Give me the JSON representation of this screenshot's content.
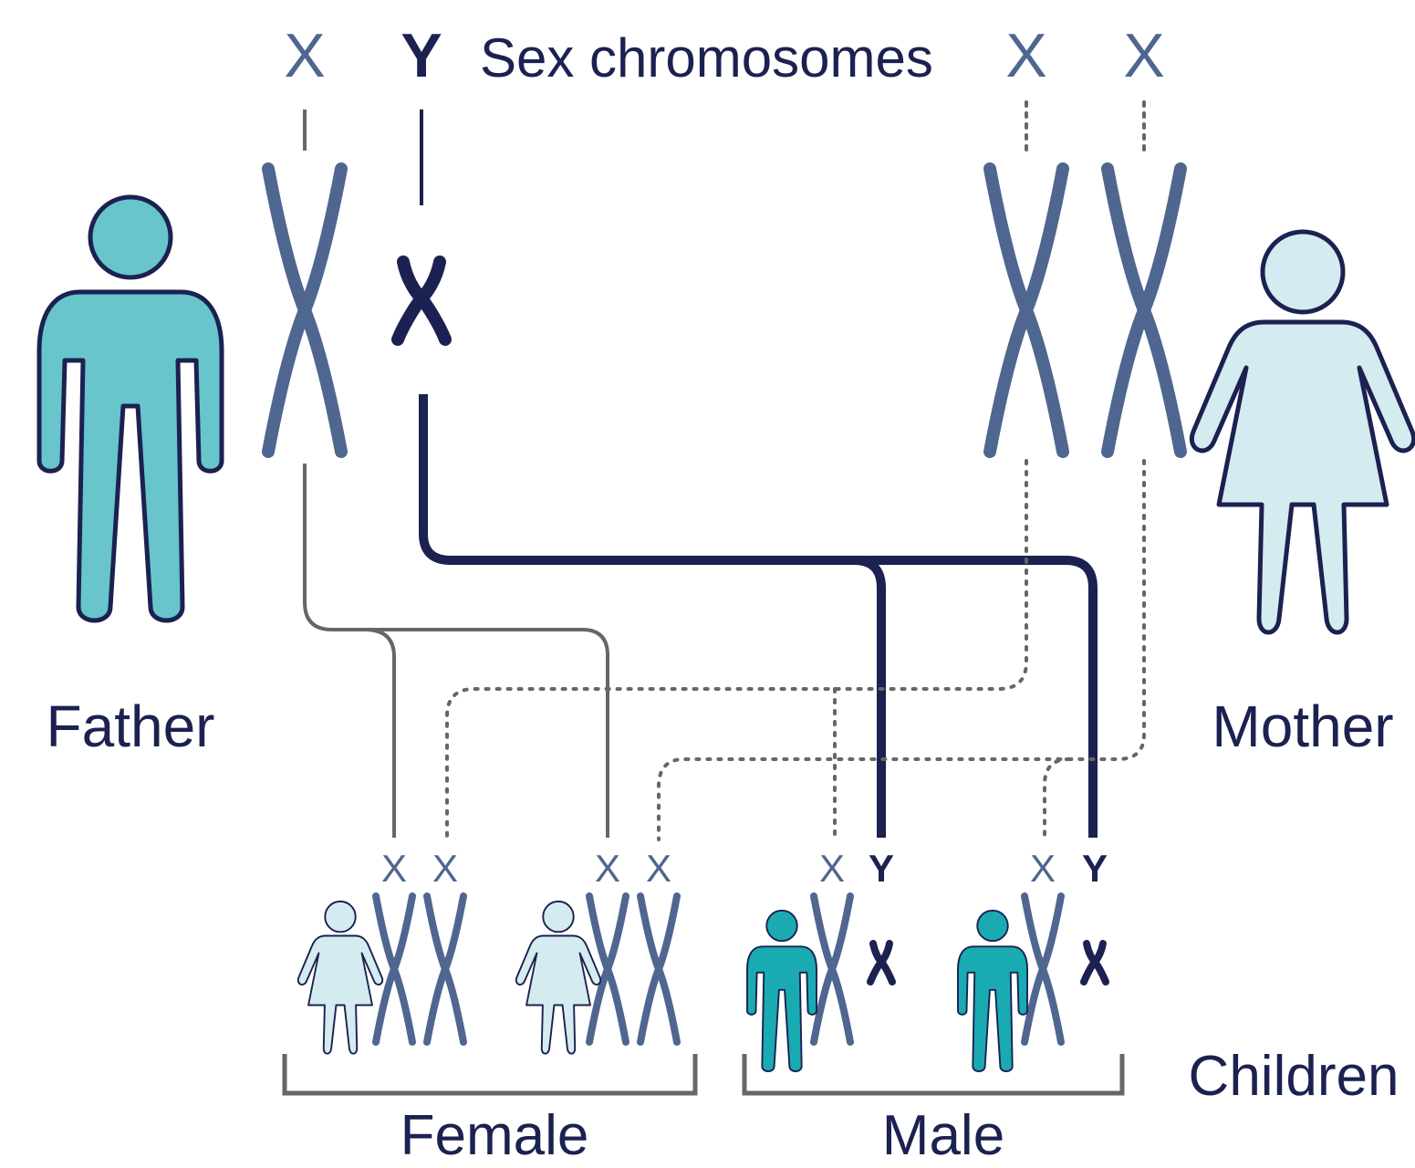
{
  "header": {
    "father_x": "X",
    "father_y": "Y",
    "title": "Sex chromosomes",
    "mother_x1": "X",
    "mother_x2": "X"
  },
  "parents": {
    "father_label": "Father",
    "mother_label": "Mother"
  },
  "children": {
    "label": "Children",
    "female_label": "Female",
    "male_label": "Male",
    "child1": [
      "X",
      "X"
    ],
    "child2": [
      "X",
      "X"
    ],
    "child3": [
      "X",
      "Y"
    ],
    "child4": [
      "X",
      "Y"
    ]
  },
  "colors": {
    "x_chromosome": "#4f6690",
    "y_chromosome": "#1b2150",
    "father_fill": "#67c5cb",
    "mother_fill": "#d4ebef",
    "son_fill": "#1aabb2",
    "father_line": "#666666",
    "mother_line": "#666666",
    "bracket": "#666666"
  }
}
